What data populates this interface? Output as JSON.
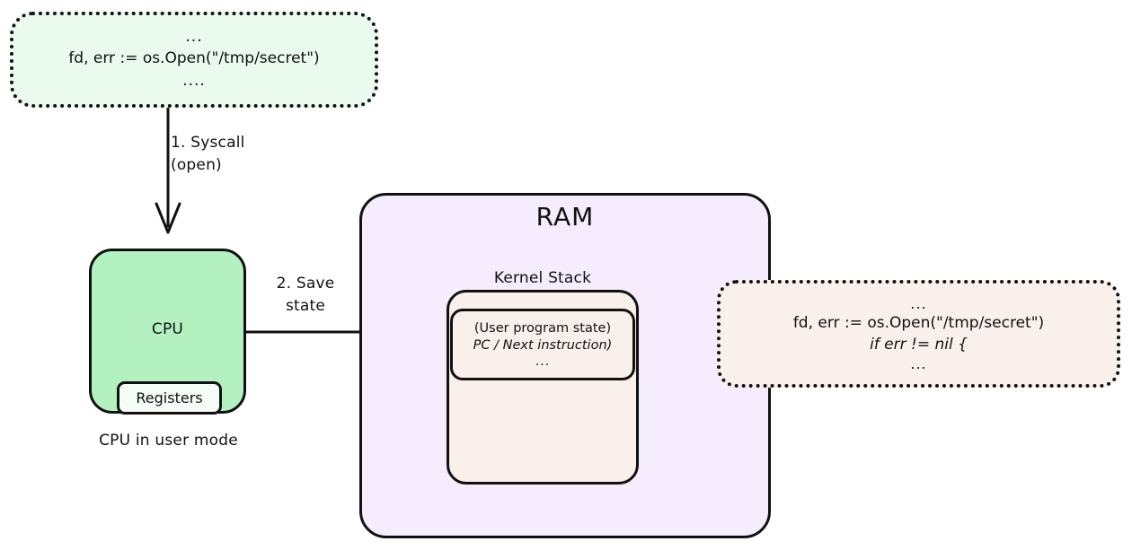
{
  "diagram": {
    "title_ram": "RAM",
    "user_code_box": {
      "name": "user-program-code",
      "lines": [
        "...",
        "fd, err := os.Open(\"/tmp/secret\")",
        "...."
      ],
      "fill": "#eafaef",
      "border_style": "dotted"
    },
    "cpu": {
      "label": "CPU",
      "registers_label": "Registers",
      "caption": "CPU in user mode",
      "fill": "#b3f2c0"
    },
    "ram": {
      "label": "RAM",
      "fill": "#f5ecfd",
      "kernel_stack_label": "Kernel Stack",
      "kernel_stack_fill": "#faf0eb",
      "stack_frame_lines": [
        "(User program state)",
        "PC / Next instruction)",
        "..."
      ]
    },
    "resumed_code_box": {
      "name": "resumed-program-code",
      "lines": [
        "...",
        "fd, err := os.Open(\"/tmp/secret\")",
        "if err != nil {",
        "..."
      ],
      "fill": "#faf0eb",
      "border_style": "dotted"
    },
    "arrows": [
      {
        "name": "syscall-arrow",
        "label_line1": "1. Syscall",
        "label_line2": "(open)",
        "style": "solid",
        "from": "user-program-code",
        "to": "cpu"
      },
      {
        "name": "save-state-arrow",
        "label_line1": "2. Save",
        "label_line2": "state",
        "style": "solid",
        "from": "cpu",
        "to": "kernel-stack-frame"
      },
      {
        "name": "resume-arrow",
        "label_line1": "",
        "label_line2": "",
        "style": "dashed",
        "from": "kernel-stack-frame",
        "to": "resumed-program-code"
      }
    ],
    "colors": {
      "ink": "#111111",
      "green_fill": "#b3f2c0",
      "light_green_fill": "#eafaef",
      "purple_fill": "#f5ecfd",
      "cream_fill": "#faf0eb",
      "register_fill": "#f4fcf5",
      "background": "#ffffff"
    }
  }
}
